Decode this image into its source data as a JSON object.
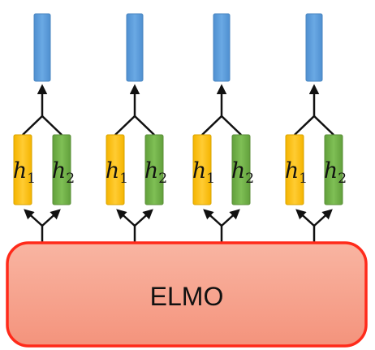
{
  "colors": {
    "output": "#5b9bd5",
    "output_stroke": "#4a86c0",
    "h1": "#ffc000",
    "h1_stroke": "#d9a400",
    "h2": "#70ad47",
    "h2_stroke": "#5b8f39",
    "elmo_fill": "#f7a48f",
    "elmo_stroke": "#ff2a1a",
    "arrow": "#111111"
  },
  "elmo": {
    "label": "ELMO"
  },
  "columns": [
    {
      "h1": {
        "base": "h",
        "sub": "1"
      },
      "h2": {
        "base": "h",
        "sub": "2"
      }
    },
    {
      "h1": {
        "base": "h",
        "sub": "1"
      },
      "h2": {
        "base": "h",
        "sub": "2"
      }
    },
    {
      "h1": {
        "base": "h",
        "sub": "1"
      },
      "h2": {
        "base": "h",
        "sub": "2"
      }
    },
    {
      "h1": {
        "base": "h",
        "sub": "1"
      },
      "h2": {
        "base": "h",
        "sub": "2"
      }
    }
  ]
}
